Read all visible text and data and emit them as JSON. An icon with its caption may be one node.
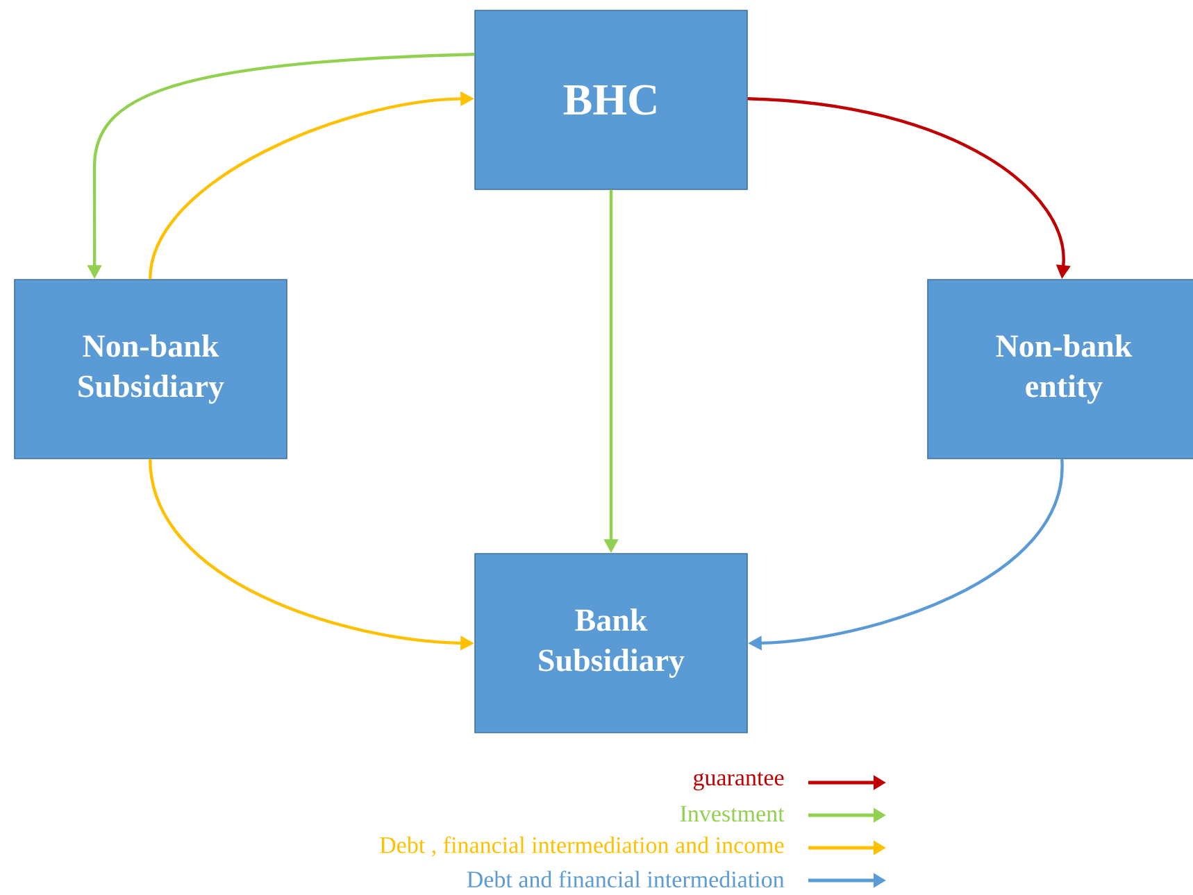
{
  "diagram": {
    "nodes": [
      {
        "text": [
          "BHC"
        ]
      },
      {
        "text": [
          "Non-bank Subsidiary"
        ]
      },
      {
        "text": [
          "Non-bank entity"
        ]
      },
      {
        "text": [
          "Bank Subsidiary"
        ]
      }
    ],
    "edges": [
      {
        "from": 0,
        "to": 1,
        "arrow": "to",
        "color": "#92d050"
      },
      {
        "from": 1,
        "to": 0,
        "arrow": "to",
        "color": "#ffc000"
      },
      {
        "from": 0,
        "to": 2,
        "arrow": "to",
        "color": "#c00000"
      },
      {
        "from": 0,
        "to": 3,
        "arrow": "to",
        "color": "#92d050"
      },
      {
        "from": 1,
        "to": 3,
        "arrow": "to",
        "color": "#ffc000"
      },
      {
        "from": 2,
        "to": 3,
        "arrow": "to",
        "color": "#5b9bd5"
      }
    ],
    "legend": [
      {
        "text": "guarantee",
        "color": "#c00000"
      },
      {
        "text": "Investment",
        "color": "#92d050"
      },
      {
        "text": "Debt , financial intermediation and income",
        "color": "#ffc000"
      },
      {
        "text": "Debt and financial intermediation",
        "color": "#5b9bd5"
      }
    ]
  }
}
